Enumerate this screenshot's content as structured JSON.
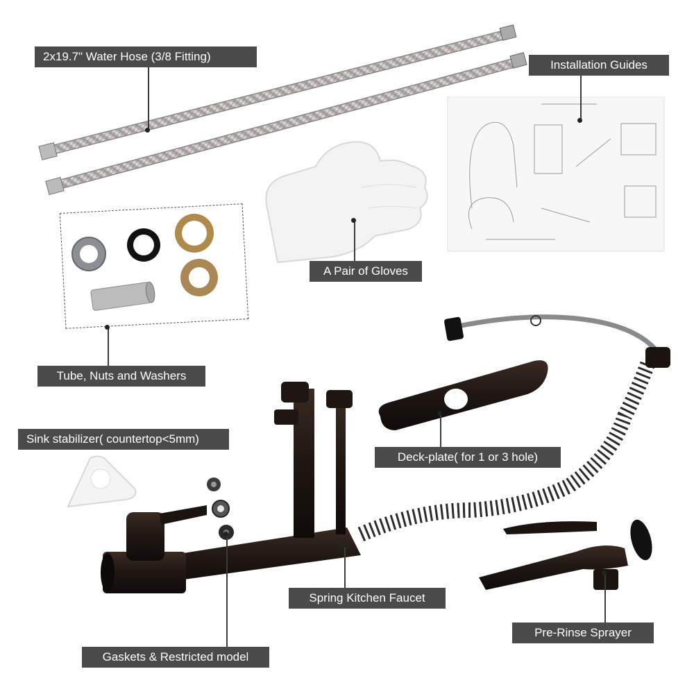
{
  "labels": {
    "water_hose": "2x19.7\" Water Hose (3/8 Fitting)",
    "installation_guides": "Installation Guides",
    "gloves": "A Pair of Gloves",
    "tube_nuts_washers": "Tube, Nuts and Washers",
    "sink_stabilizer": "Sink stabilizer( countertop<5mm)",
    "deck_plate": "Deck-plate( for 1 or 3 hole)",
    "spring_kitchen_faucet": "Spring Kitchen Faucet",
    "pre_rinse_sprayer": "Pre-Rinse Sprayer",
    "gaskets": "Gaskets & Restricted model"
  },
  "colors": {
    "label_background": "#4a4a4a",
    "label_text": "#ffffff",
    "faucet_finish": "#1e1613",
    "brass": "#b08a4a"
  }
}
